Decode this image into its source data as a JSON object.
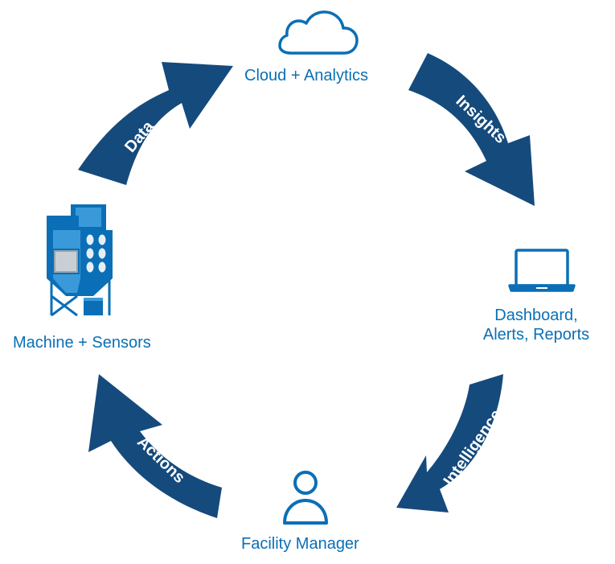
{
  "nodes": {
    "cloud": {
      "label": "Cloud + Analytics",
      "icon": "cloud-icon"
    },
    "dashboard": {
      "label_line1": "Dashboard,",
      "label_line2": "Alerts, Reports",
      "icon": "laptop-icon"
    },
    "facility": {
      "label": "Facility Manager",
      "icon": "user-icon"
    },
    "machine": {
      "label": "Machine + Sensors",
      "icon": "dust-collector-icon"
    }
  },
  "arrows": {
    "data": "Data",
    "insights": "Insights",
    "intelligence": "Intelligence",
    "actions": "Actions"
  },
  "colors": {
    "arrow": "#154a7c",
    "accent": "#0a6fb6",
    "machine_light": "#3a9ad9",
    "machine_dark": "#0a6fb6"
  }
}
